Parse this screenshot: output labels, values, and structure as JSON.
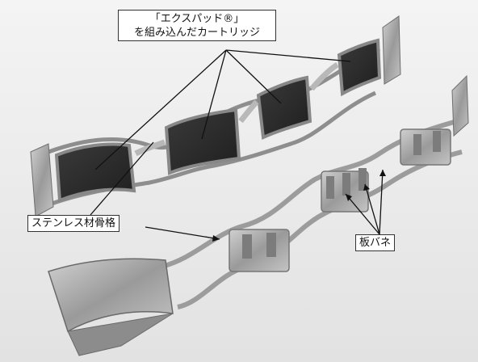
{
  "photo": {
    "icon": "stainless-cartridge-frame-photo",
    "background_color": "#ececec",
    "metal_color": "#a9a9a9",
    "pad_color": "#2b2b2b"
  },
  "labels": {
    "cartridge_line1": "「エクスパッド®」",
    "cartridge_line2": "を組み込んだカートリッジ",
    "skeleton": "ステンレス材骨格",
    "spring": "板バネ"
  },
  "colors": {
    "label_border": "#333333",
    "leader_line": "#111111"
  }
}
